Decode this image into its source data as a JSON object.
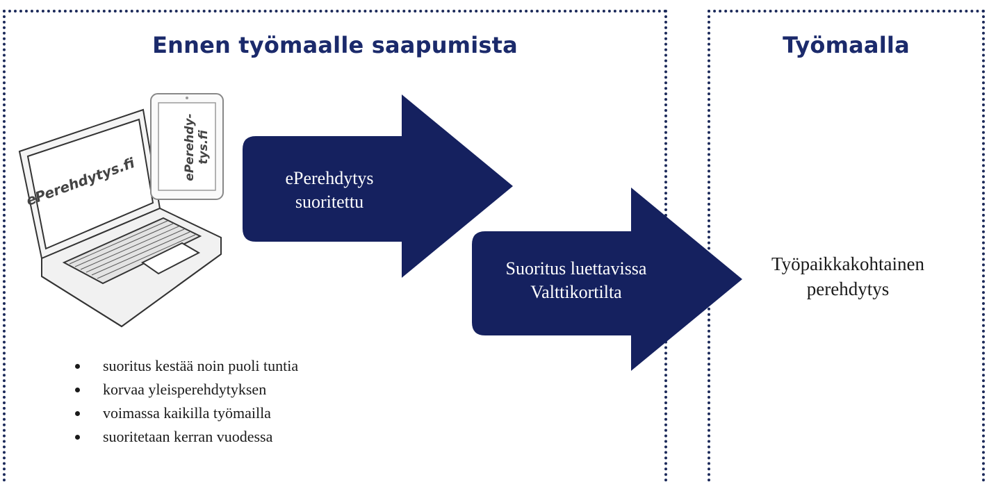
{
  "left_panel": {
    "title": "Ennen työmaalle saapumista"
  },
  "right_panel": {
    "title": "Työmaalla",
    "step_line1": "Työpaikkakohtainen",
    "step_line2": "perehdytys"
  },
  "devices": {
    "laptop_screen_text": "ePerehdytys.fi",
    "tablet_screen_line1": "ePerehdy-",
    "tablet_screen_line2": "tys.fi"
  },
  "arrows": [
    {
      "line1": "ePerehdytys",
      "line2": "suoritettu"
    },
    {
      "line1": "Suoritus luettavissa",
      "line2": "Valttikortilta"
    }
  ],
  "bullets": [
    "suoritus kestää noin puoli tuntia",
    "korvaa yleisperehdytyksen",
    "voimassa kaikilla työmailla",
    "suoritetaan kerran vuodessa"
  ],
  "colors": {
    "arrow_fill": "#15215f",
    "title": "#1b2a6b",
    "dots": "#1c2a5a"
  }
}
